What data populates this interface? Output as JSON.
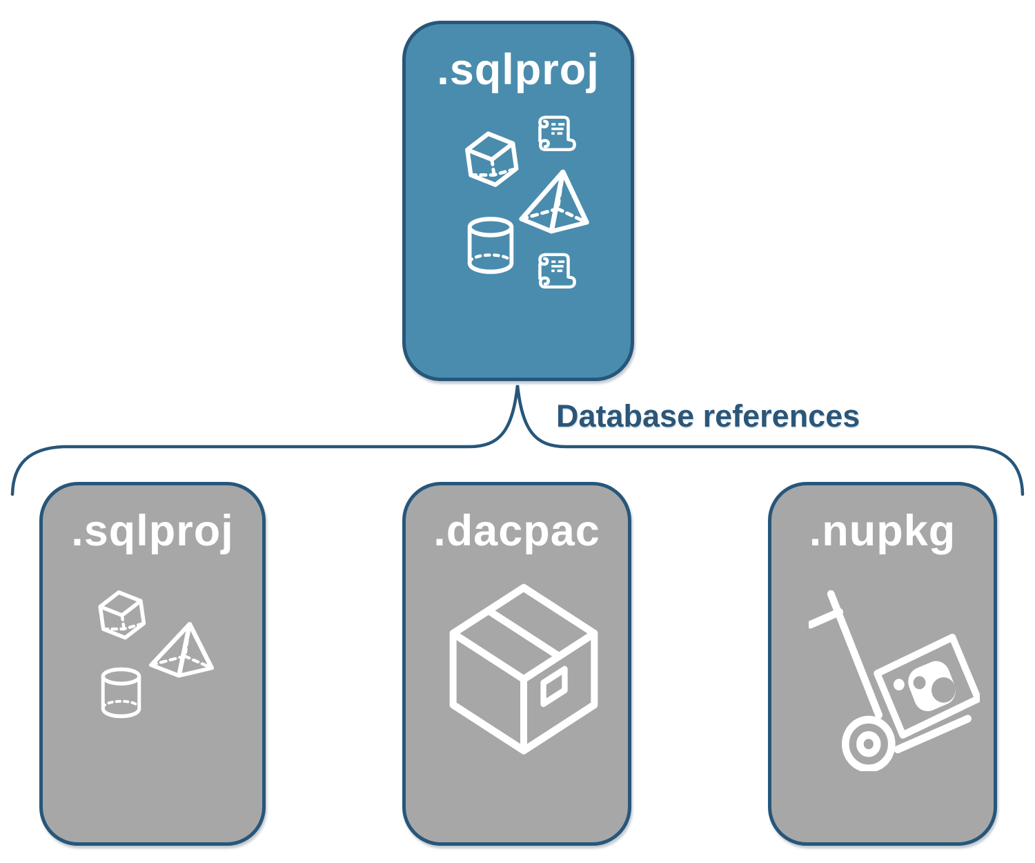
{
  "theme": {
    "accent-teal": "#4a8cad",
    "node-gray": "#a7a7a7",
    "outline-blue": "#27567a",
    "label-blue": "#2b5679",
    "icon-white": "#ffffff"
  },
  "diagram": {
    "root": {
      "label": ".sqlproj",
      "icons": [
        "cube-3d",
        "script-scroll",
        "pyramid-3d",
        "cylinder-3d",
        "script-scroll"
      ]
    },
    "edge": {
      "label": "Database references"
    },
    "children": [
      {
        "label": ".sqlproj",
        "icons": [
          "cube-3d",
          "pyramid-3d",
          "cylinder-3d"
        ]
      },
      {
        "label": ".dacpac",
        "icons": [
          "package-box"
        ]
      },
      {
        "label": ".nupkg",
        "icons": [
          "nuget-hand-truck"
        ]
      }
    ]
  }
}
